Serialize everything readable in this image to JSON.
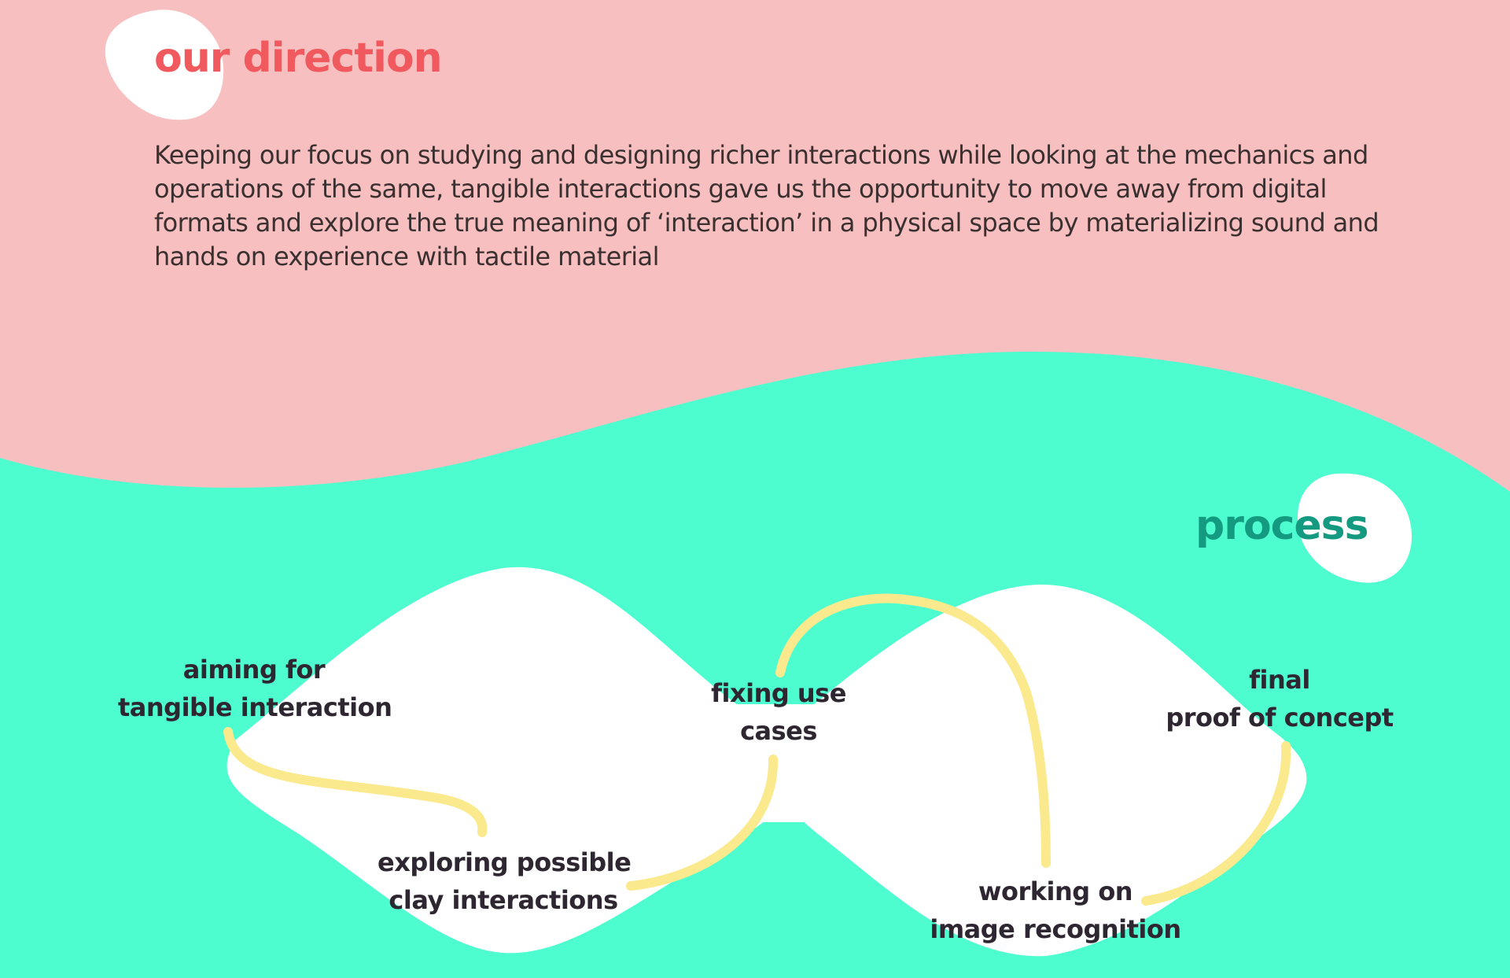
{
  "direction": {
    "title": "our direction",
    "body": "Keeping our focus on studying and designing richer interactions while looking at the mechanics and operations of the same, tangible interactions gave us the opportunity to move away from digital formats and explore the true meaning of ‘interaction’ in a physical space by materializing sound and hands on experience with tactile material"
  },
  "process": {
    "title": "process",
    "steps": [
      {
        "line1": "aiming for",
        "line2": "tangible interaction"
      },
      {
        "line1": "exploring possible",
        "line2": "clay interactions"
      },
      {
        "line1": "fixing use",
        "line2": "cases"
      },
      {
        "line1": "working on",
        "line2": "image recognition"
      },
      {
        "line1": "final",
        "line2": "proof of concept"
      }
    ]
  },
  "colors": {
    "pink": "#f8bfc0",
    "mint": "#4dfdcf",
    "coral": "#f05a5e",
    "teal": "#139a80",
    "path_yellow": "#fbe98d",
    "text_dark": "#2e2630"
  }
}
